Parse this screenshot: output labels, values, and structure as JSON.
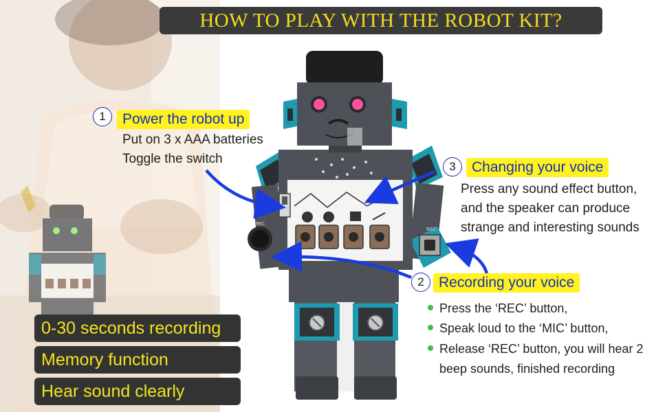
{
  "title": "HOW TO PLAY WITH THE ROBOT KIT?",
  "steps": [
    {
      "number": "1",
      "title": "Power the robot up",
      "lines": [
        "Put on 3 x AAA batteries",
        "Toggle the switch"
      ]
    },
    {
      "number": "2",
      "title": "Recording your voice",
      "bullets": [
        "Press the ‘REC’ button,",
        "Speak loud to the ‘MIC’ button,",
        "Release ‘REC’ button, you will hear 2",
        "beep sounds, finished recording"
      ]
    },
    {
      "number": "3",
      "title": "Changing your voice",
      "lines": [
        "Press any sound effect button,",
        "and the speaker can produce",
        "strange and interesting sounds"
      ]
    }
  ],
  "features": [
    "0-30 seconds recording",
    "Memory function",
    "Hear sound clearly"
  ],
  "board_labels": {
    "mic": "MIC",
    "rec": "REC"
  },
  "colors": {
    "title_bg": "#3a3a3a",
    "title_text": "#f4dc1e",
    "step_highlight": "#fff21e",
    "step_text": "#1530b8",
    "arrow": "#1a3be0",
    "robot_body": "#4e5258",
    "robot_accent": "#1f9bb0",
    "eye_led": "#ff4fa0",
    "bullet": "#3cc23c",
    "feature_bg": "#333333",
    "feature_text": "#f2e51e"
  },
  "icons": [
    "child-photo",
    "robot-kit",
    "arrow-icon",
    "bullet-dot-icon"
  ]
}
